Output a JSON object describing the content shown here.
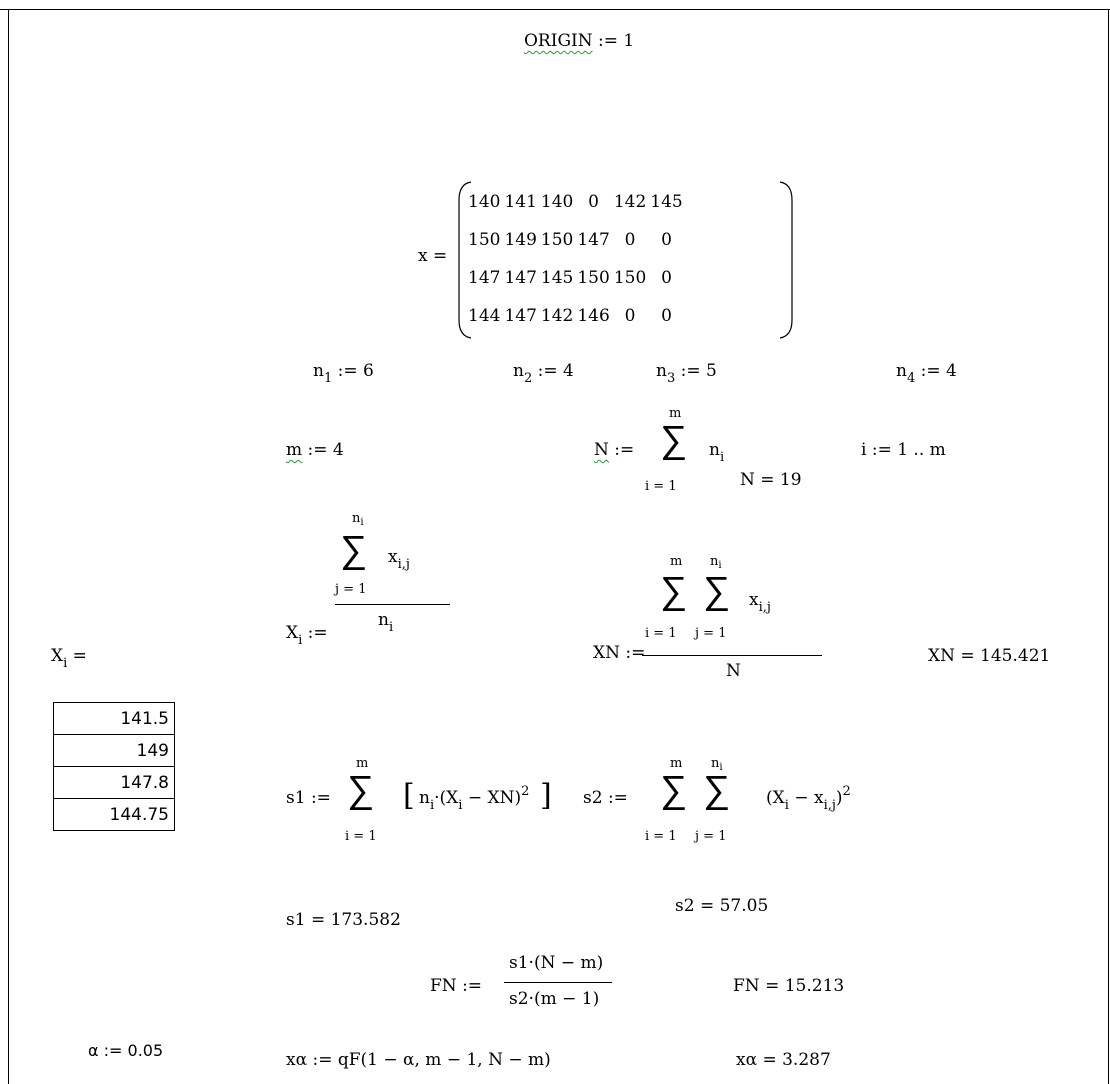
{
  "origin": {
    "name": "ORIGIN",
    "op": " := ",
    "value": "1"
  },
  "x_lbl": "x =",
  "matrix": [
    [
      "140",
      "141",
      "140",
      "0",
      "142",
      "145"
    ],
    [
      "150",
      "149",
      "150",
      "147",
      "0",
      "0"
    ],
    [
      "147",
      "147",
      "145",
      "150",
      "150",
      "0"
    ],
    [
      "144",
      "147",
      "142",
      "146",
      "0",
      "0"
    ]
  ],
  "n_defs": [
    {
      "v": "n",
      "s": "1",
      "r": " := 6"
    },
    {
      "v": "n",
      "s": "2",
      "r": " := 4"
    },
    {
      "v": "n",
      "s": "3",
      "r": " := 5"
    },
    {
      "v": "n",
      "s": "4",
      "r": " := 4"
    }
  ],
  "m_def": {
    "v": "m",
    "r": " := 4"
  },
  "N_def": {
    "v": "N",
    "op": " := ",
    "top": "m",
    "bottom": "i = 1",
    "term": "n",
    "term_sub": "i"
  },
  "N_result": "N = 19",
  "range_def": "i := 1 .. m",
  "Xi_def": {
    "v": "X",
    "s": "i",
    "op": " := ",
    "top": "n",
    "top_sub": "i",
    "bottom": "j = 1",
    "term": "x",
    "term_sub": "i,j",
    "den": "n",
    "den_sub": "i"
  },
  "XN_def": {
    "v": "XN := ",
    "top1": "m",
    "bottom1": "i = 1",
    "top2": "n",
    "top2_sub": "i",
    "bottom2": "j = 1",
    "term": "x",
    "term_sub": "i,j",
    "den": "N"
  },
  "XN_result": "XN = 145.421",
  "Xi_out": {
    "v": "X",
    "s": "i",
    "op": " ="
  },
  "Xi_values": [
    "141.5",
    "149",
    "147.8",
    "144.75"
  ],
  "s1_def": {
    "lhs": "s1 := ",
    "top": "m",
    "bottom": "i = 1",
    "body_a": "n",
    "body_a_sub": "i",
    "body_b": "·(X",
    "body_b_sub": "i",
    "body_c": " − XN)",
    "exp": "2"
  },
  "s2_def": {
    "lhs": "s2 := ",
    "top1": "m",
    "bottom1": "i = 1",
    "top2": "n",
    "top2_sub": "i",
    "bottom2": "j = 1",
    "body_a": "(X",
    "body_a_sub": "i",
    "body_b": " − x",
    "body_b_sub": "i,j",
    "body_c": ")",
    "exp": "2"
  },
  "s1_result": "s1 = 173.582",
  "s2_result": "s2 = 57.05",
  "FN_def": {
    "lhs": "FN := ",
    "num": "s1·(N − m)",
    "den": "s2·(m − 1)"
  },
  "FN_result": "FN = 15.213",
  "alpha_def": "α := 0.05",
  "xa_def": "xα := qF(1 − α, m − 1, N − m)",
  "xa_result": "xα = 3.287"
}
